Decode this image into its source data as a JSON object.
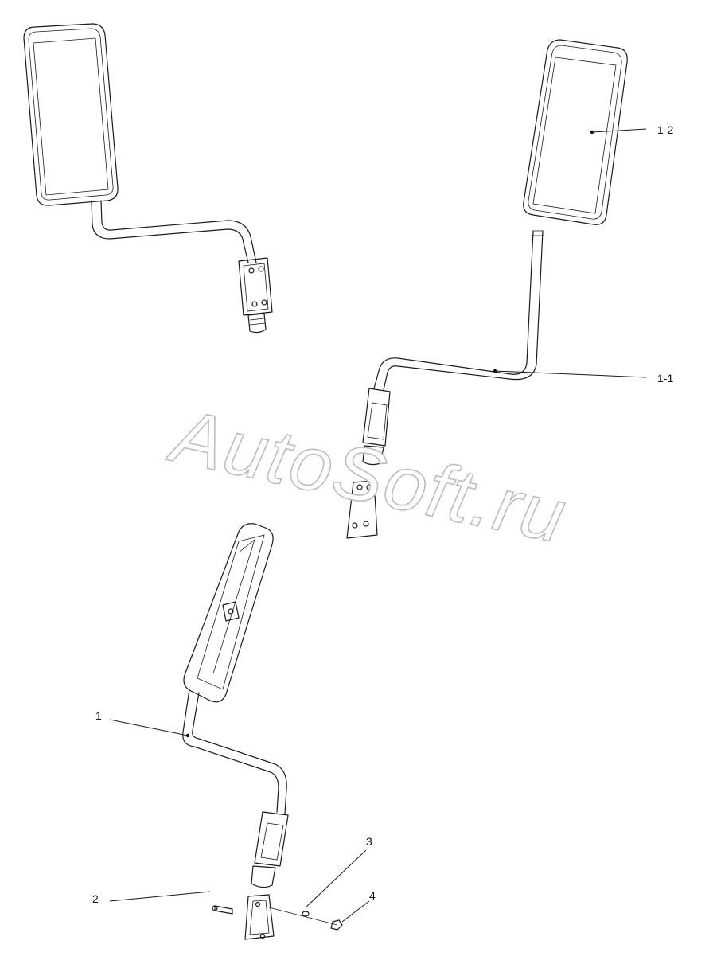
{
  "watermark": "AutoSoft.ru",
  "callouts": {
    "part_1": "1",
    "part_1_1": "1-1",
    "part_1_2": "1-2",
    "part_2": "2",
    "part_3": "3",
    "part_4": "4"
  }
}
